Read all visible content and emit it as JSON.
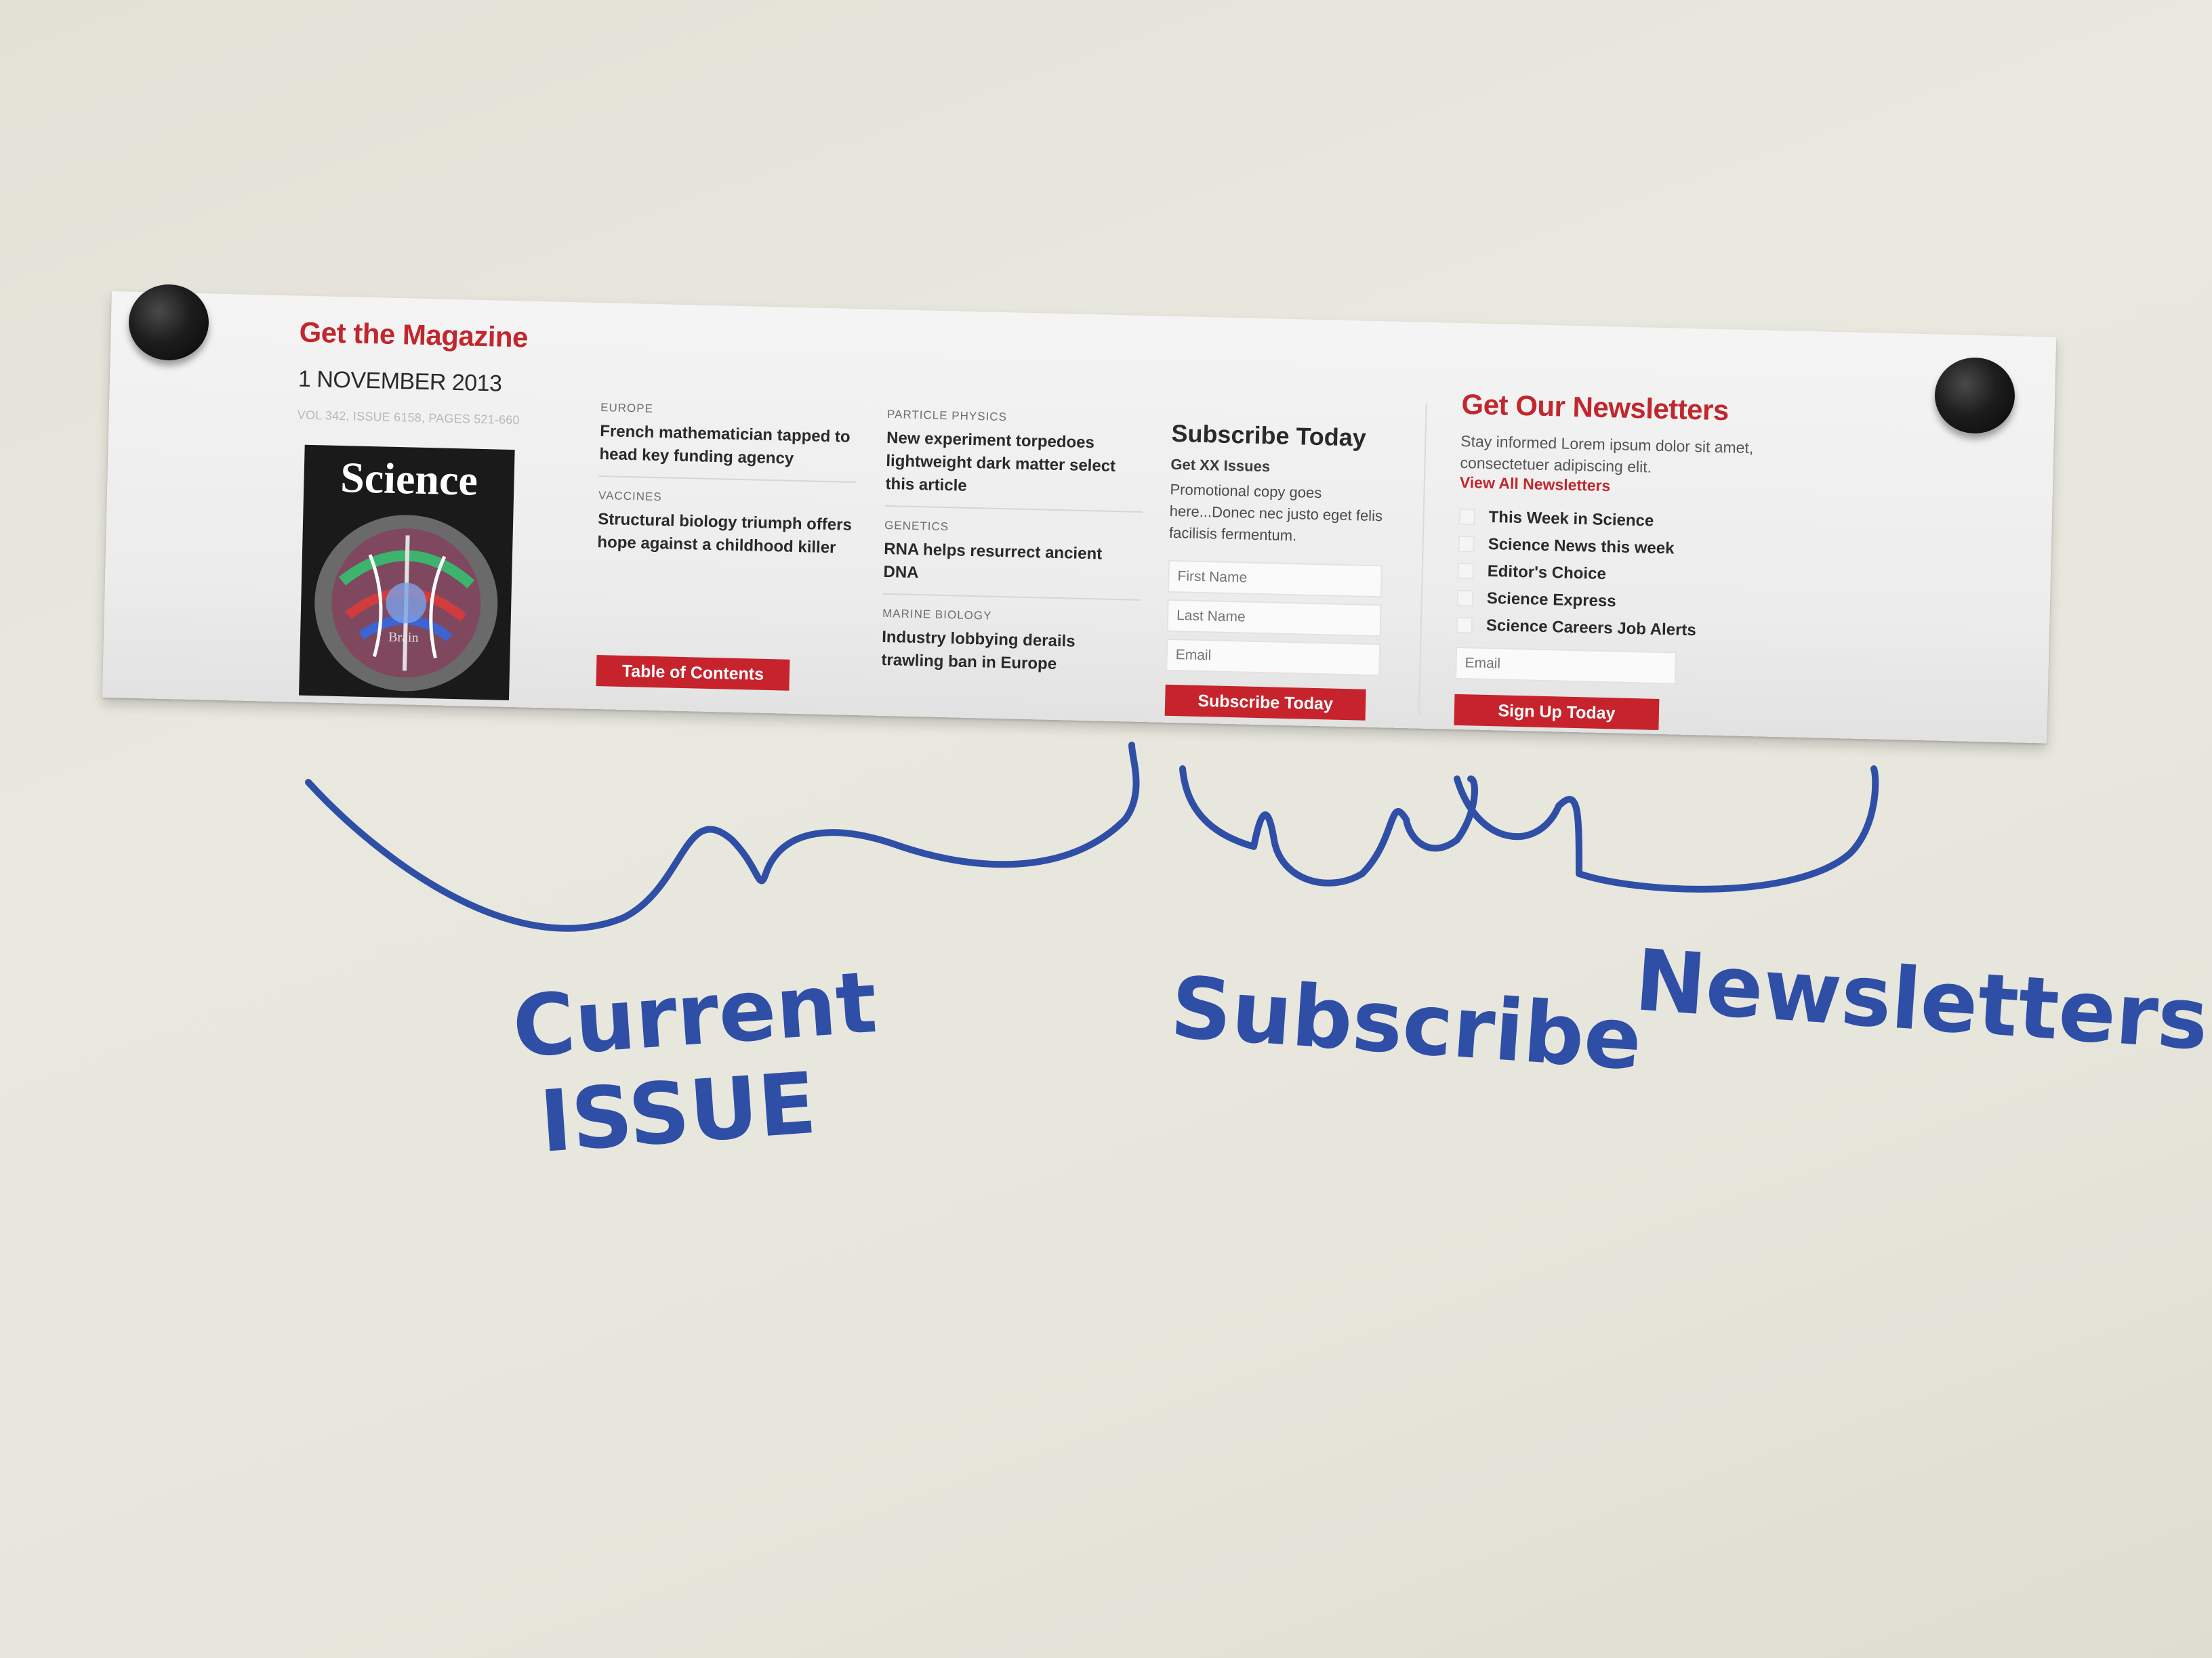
{
  "magazine": {
    "heading": "Get the Magazine",
    "date": "1 NOVEMBER 2013",
    "volume": "VOL 342, ISSUE 6158, PAGES 521-660",
    "cover_title": "Science",
    "cover_caption": "Brain",
    "toc_button": "Table of Contents"
  },
  "articles_left": [
    {
      "category": "Europe",
      "headline": "French mathematician tapped to head key funding agency"
    },
    {
      "category": "Vaccines",
      "headline": "Structural biology triumph offers hope against a childhood killer"
    }
  ],
  "articles_right": [
    {
      "category": "Particle Physics",
      "headline": "New experiment torpedoes lightweight dark matter select this article"
    },
    {
      "category": "Genetics",
      "headline": "RNA helps resurrect ancient DNA"
    },
    {
      "category": "Marine Biology",
      "headline": "Industry lobbying derails trawling ban in Europe"
    }
  ],
  "subscribe": {
    "title": "Subscribe Today",
    "issues": "Get XX Issues",
    "promo": "Promotional copy goes here...Donec nec justo eget felis facilisis fermentum.",
    "first_name_placeholder": "First Name",
    "last_name_placeholder": "Last Name",
    "email_placeholder": "Email",
    "button": "Subscribe Today"
  },
  "newsletters": {
    "title": "Get Our Newsletters",
    "description": "Stay informed Lorem ipsum dolor sit amet, consectetuer adipiscing elit.",
    "view_all": "View All Newsletters",
    "items": [
      "This Week in Science",
      "Science News this week",
      "Editor's Choice",
      "Science Express",
      "Science Careers Job Alerts"
    ],
    "email_placeholder": "Email",
    "button": "Sign Up Today"
  },
  "annotations": {
    "current_issue": [
      "Current",
      "ISSUE"
    ],
    "subscribe": "Subscribe",
    "newsletters": "Newsletters"
  },
  "colors": {
    "accent_red": "#c1272d",
    "marker_blue": "#2f4fa6"
  }
}
